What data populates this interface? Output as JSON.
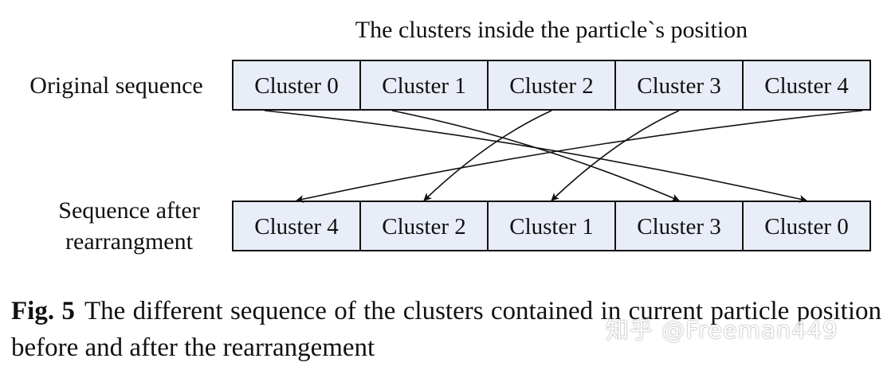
{
  "diagram": {
    "title": "The clusters inside the particle`s position",
    "original_label": "Original sequence",
    "rearranged_label_lines": [
      "Sequence after",
      "rearrangment"
    ],
    "original_sequence": [
      "Cluster 0",
      "Cluster 1",
      "Cluster 2",
      "Cluster 3",
      "Cluster 4"
    ],
    "rearranged_sequence": [
      "Cluster 4",
      "Cluster 2",
      "Cluster 1",
      "Cluster 3",
      "Cluster 0"
    ],
    "mapping": [
      {
        "from": 0,
        "to": 4
      },
      {
        "from": 1,
        "to": 3
      },
      {
        "from": 2,
        "to": 1
      },
      {
        "from": 3,
        "to": 2
      },
      {
        "from": 4,
        "to": 0
      }
    ],
    "colors": {
      "box_fill": "#e8edf7",
      "box_stroke": "#111111",
      "arrow": "#111111"
    }
  },
  "caption": {
    "label": "Fig. 5",
    "text": "The different sequence of the clusters contained in current particle position before and after the rearrangement"
  },
  "watermark": {
    "text": "知乎 @Freeman449"
  }
}
